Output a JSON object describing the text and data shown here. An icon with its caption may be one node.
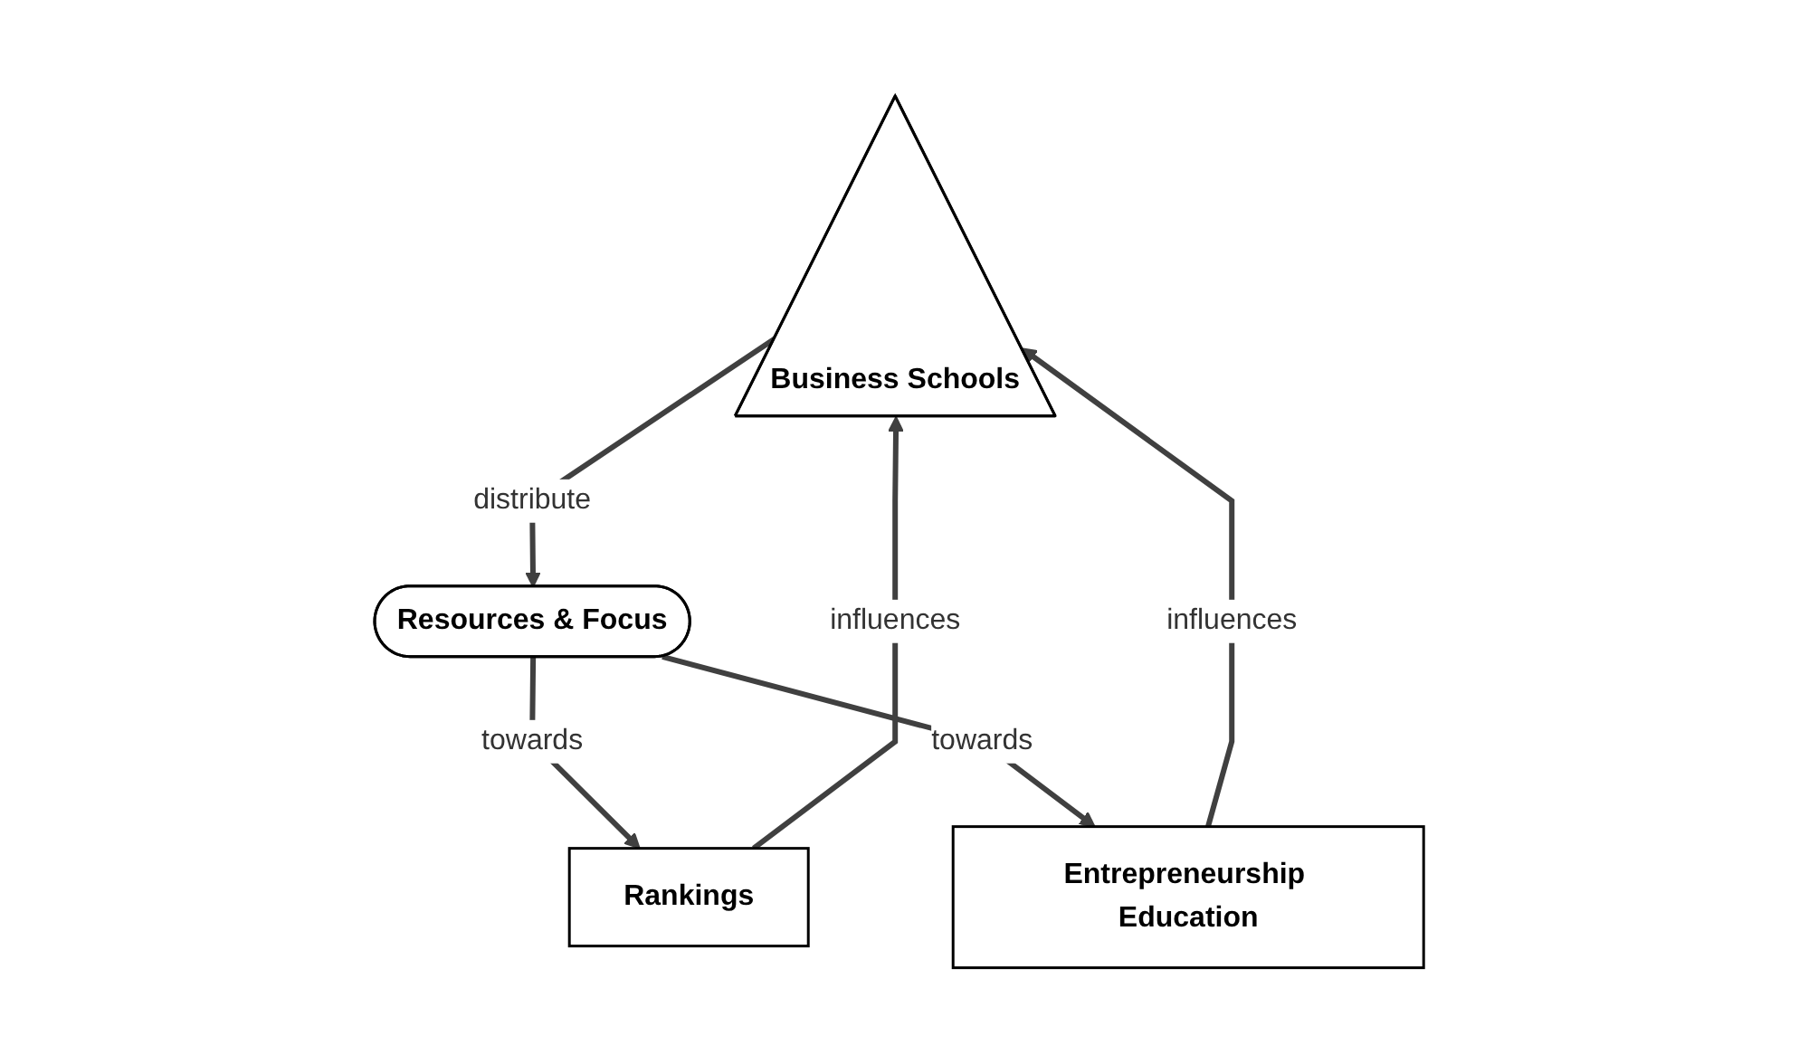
{
  "diagram": {
    "nodes": [
      {
        "text": [
          "Business Schools"
        ]
      },
      {
        "text": [
          "Resources & Focus"
        ]
      },
      {
        "text": [
          "Rankings"
        ]
      },
      {
        "text": [
          "Entrepreneurship Education"
        ]
      }
    ],
    "edges": [
      {
        "from": 0,
        "to": 1,
        "arrow": "to",
        "label": "distribute"
      },
      {
        "from": 1,
        "to": 2,
        "arrow": "to",
        "label": "towards"
      },
      {
        "from": 1,
        "to": 3,
        "arrow": "to",
        "label": "towards"
      },
      {
        "from": 2,
        "to": 0,
        "arrow": "to",
        "label": "influences"
      },
      {
        "from": 3,
        "to": 0,
        "arrow": "to",
        "label": "influences"
      }
    ]
  }
}
